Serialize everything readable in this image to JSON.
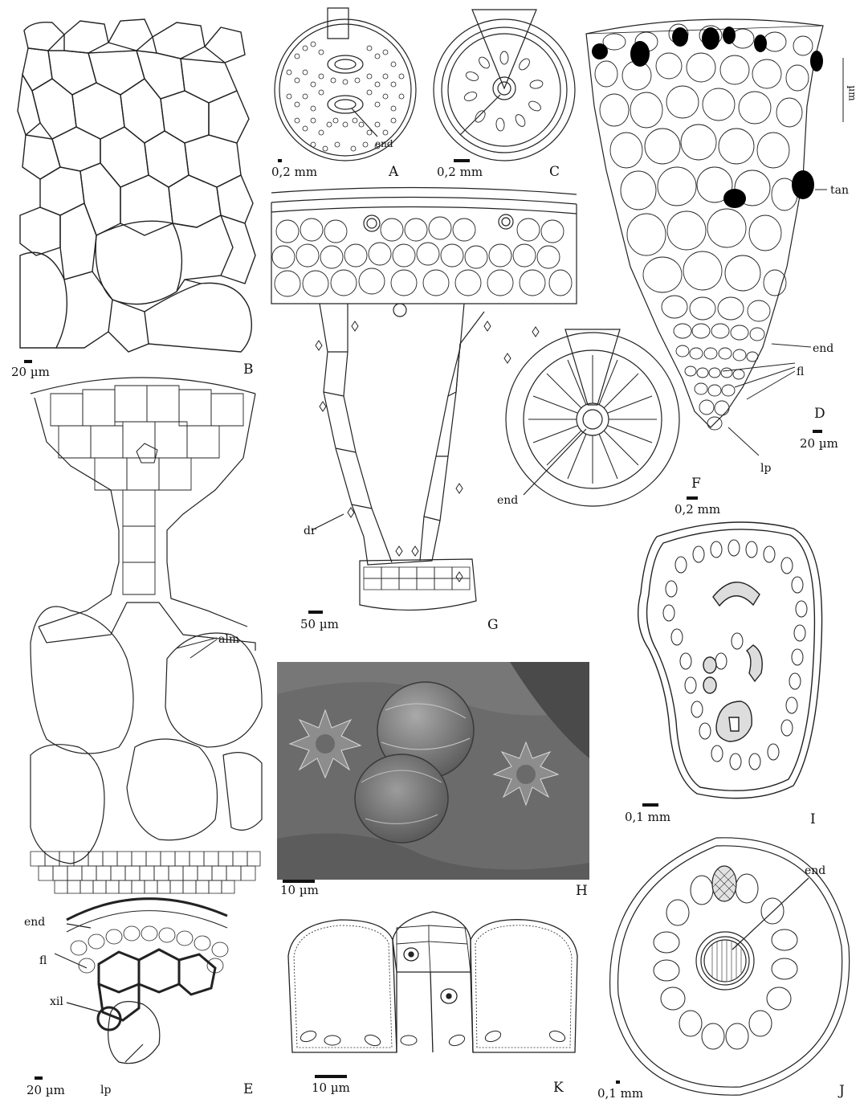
{
  "panel_letters": {
    "A": "A",
    "B": "B",
    "C": "C",
    "D": "D",
    "E": "E",
    "F": "F",
    "G": "G",
    "H": "H",
    "I": "I",
    "J": "J",
    "K": "K"
  },
  "scale_bars": {
    "A": "0,2 mm",
    "B": "20 µm",
    "C": "0,2 mm",
    "D": "20 µm",
    "E": "20 µm",
    "F": "0,2 mm",
    "G": "50 µm",
    "H": "10 µm",
    "I": "0,1 mm",
    "J": "0,1 mm",
    "K": "10 µm",
    "D_side": "µm"
  },
  "annotations": {
    "end": "end",
    "fl": "fl",
    "lp": "lp",
    "tan": "tan",
    "dr": "dr",
    "alm": "alm",
    "xil": "xil"
  },
  "colors": {
    "ink": "#1a1a1a",
    "tannin": "#000000",
    "sem_bg": "#6e6e6e",
    "sem_hi": "#b8b8b8"
  }
}
